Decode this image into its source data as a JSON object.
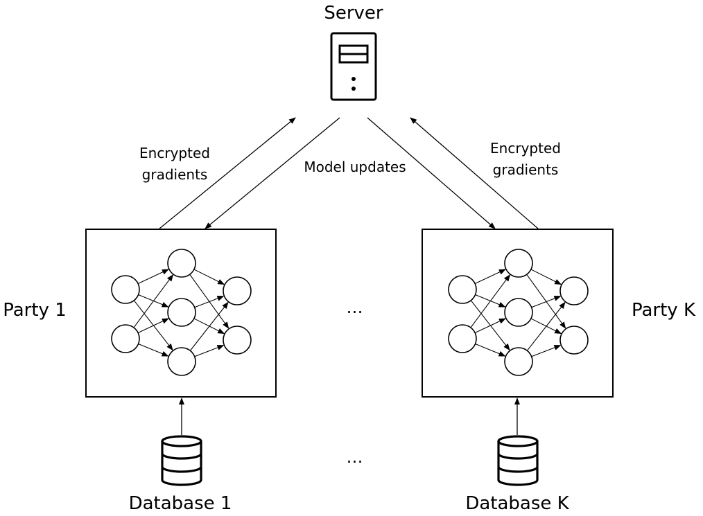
{
  "server": {
    "label": "Server",
    "icon": "server-icon"
  },
  "arrows": {
    "left_up_label": [
      "Encrypted",
      "gradients"
    ],
    "center_label": "Model updates",
    "right_up_label": [
      "Encrypted",
      "gradients"
    ]
  },
  "parties": [
    {
      "label": "Party 1",
      "icon": "neural-network-icon"
    },
    {
      "label": "Party K",
      "icon": "neural-network-icon"
    }
  ],
  "databases": [
    {
      "label": "Database 1",
      "icon": "database-icon"
    },
    {
      "label": "Database K",
      "icon": "database-icon"
    }
  ],
  "ellipsis": "…",
  "colors": {
    "stroke": "#000000",
    "background": "#ffffff"
  }
}
